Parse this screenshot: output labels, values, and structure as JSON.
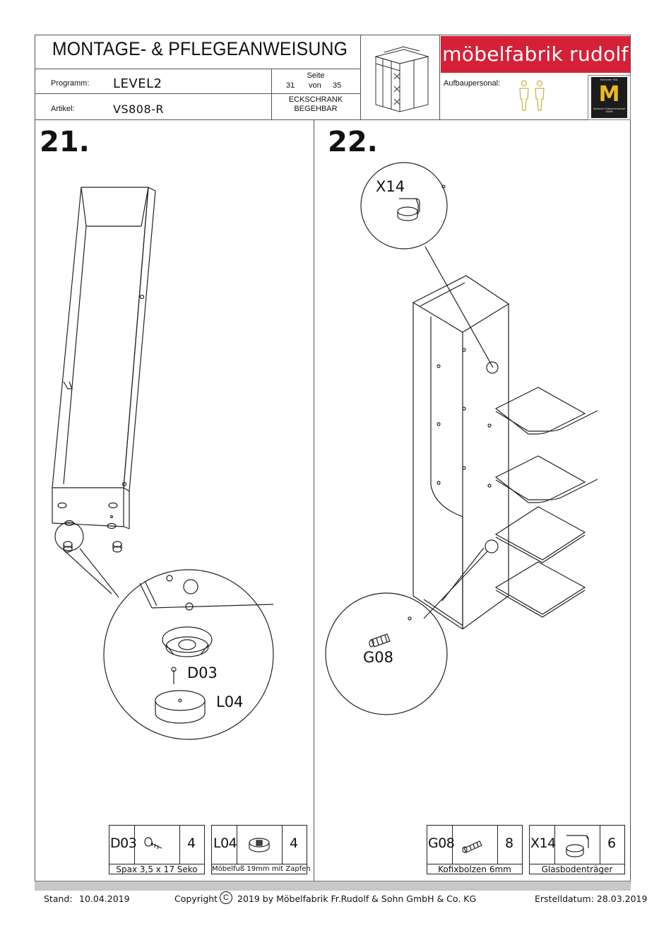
{
  "header": {
    "title": "MONTAGE- & PFLEGEANWEISUNG",
    "brand": "möbelfabrik rudolf",
    "programm_label": "Programm:",
    "programm_value": "LEVEL2",
    "artikel_label": "Artikel:",
    "artikel_value": "VS808-R",
    "seite_label": "Seite",
    "page_current": "31",
    "page_von": "von",
    "page_total": "35",
    "product_line1": "ECKSCHRANK",
    "product_line2": "BEGEHBAR",
    "aufbau_label": "Aufbaupersonal:",
    "badge_top": "Schreiner RAL",
    "badge_letter": "M",
    "badge_bottom": "Deutsche Gütegemeinschaft Möbel"
  },
  "steps": [
    {
      "number": "21.",
      "callouts": [
        "D03",
        "L04"
      ]
    },
    {
      "number": "22.",
      "callouts": [
        "X14",
        "G08"
      ]
    }
  ],
  "parts": [
    {
      "code": "D03",
      "qty": "4",
      "desc": "Spax  3,5 x 17  Seko",
      "icon": "screw-icon"
    },
    {
      "code": "L04",
      "qty": "4",
      "desc": "Möbelfuß 19mm mit Zapfen",
      "icon": "furniture-foot-icon"
    },
    {
      "code": "G08",
      "qty": "8",
      "desc": "Kofixbolzen 6mm",
      "icon": "dowel-bolt-icon"
    },
    {
      "code": "X14",
      "qty": "6",
      "desc": "Glasbodenträger",
      "icon": "glass-shelf-support-icon"
    }
  ],
  "footer": {
    "stand_label": "Stand:",
    "stand_date": "10.04.2019",
    "copyright_label": "Copyright",
    "copyright_symbol": "C",
    "copyright_text": "2019  by Möbelfabrik Fr.Rudolf & Sohn GmbH & Co. KG",
    "erstell": "Erstelldatum: 28.03.2019"
  },
  "colors": {
    "brand_red": "#d62037",
    "person_icon": "#c9b43a",
    "badge_gold": "#e8b923"
  }
}
